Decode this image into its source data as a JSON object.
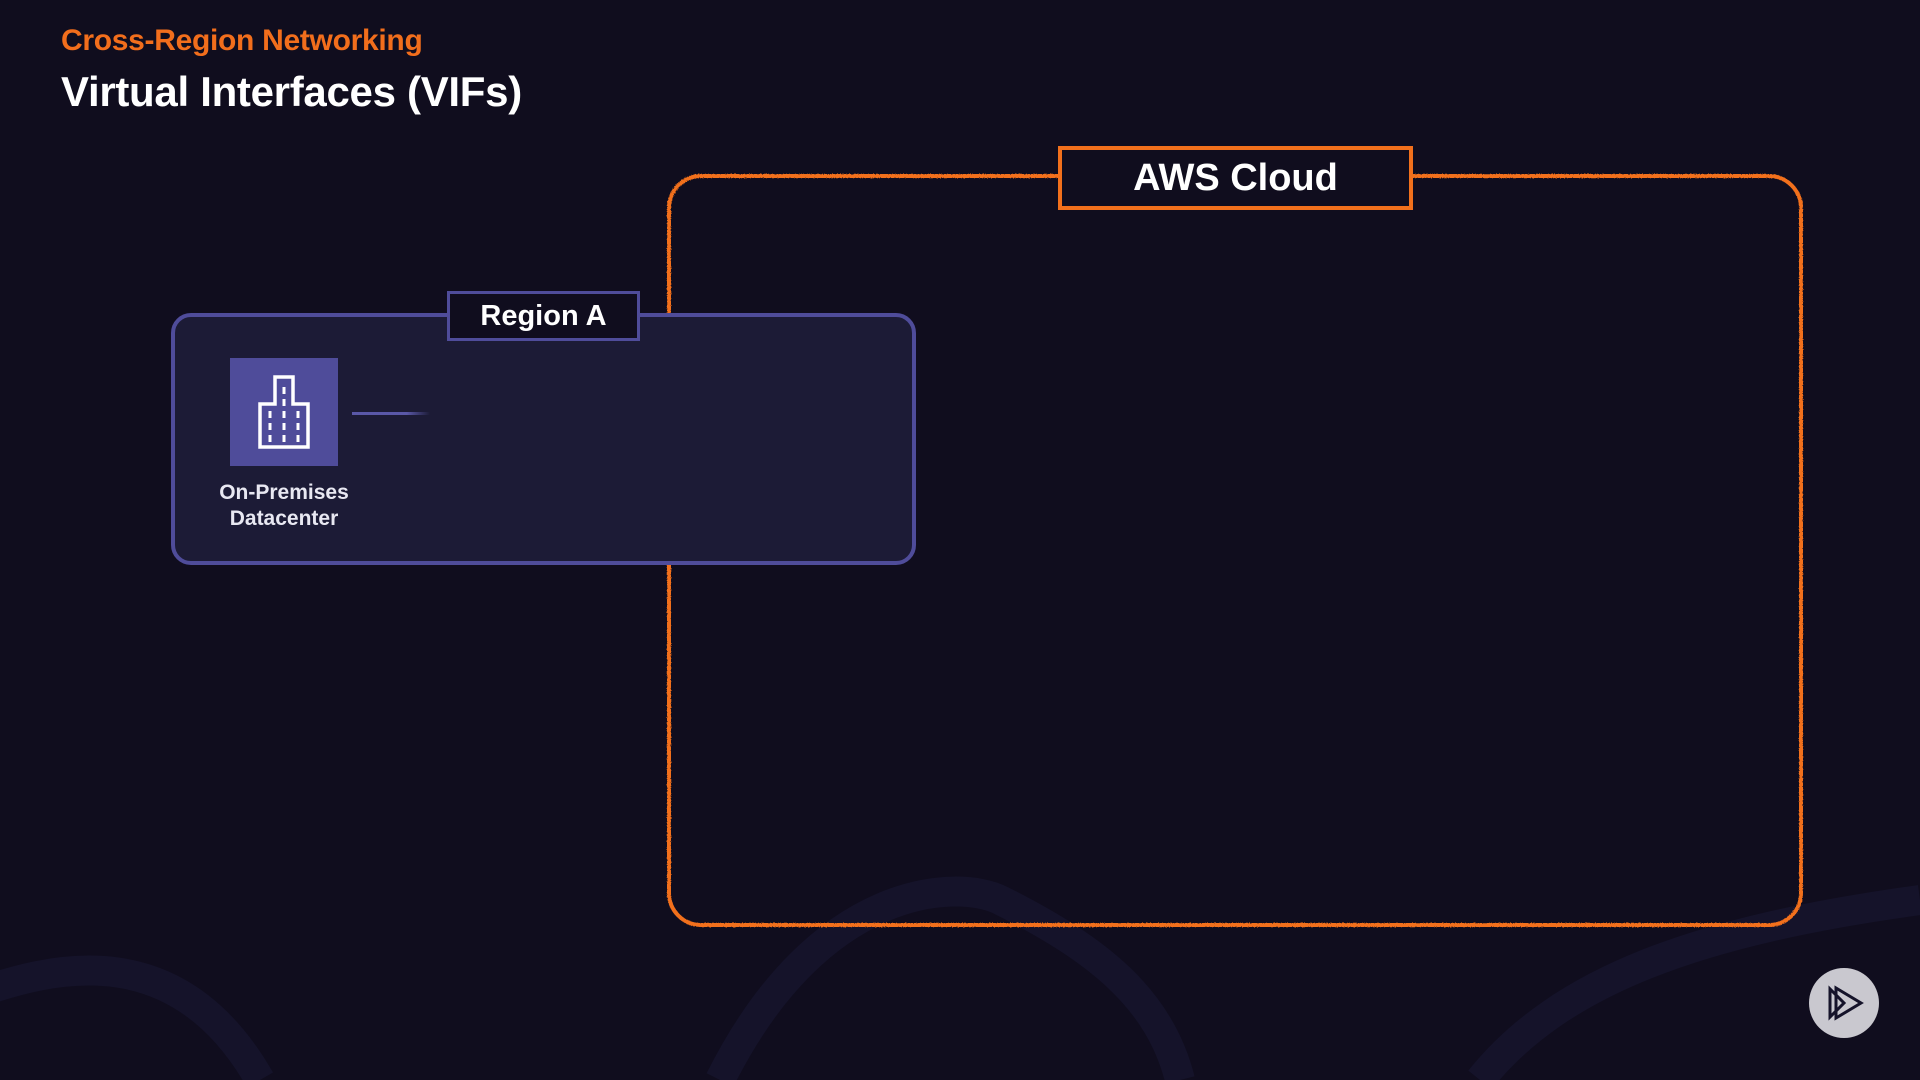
{
  "header": {
    "section": "Cross-Region Networking",
    "title": "Virtual Interfaces (VIFs)"
  },
  "diagram": {
    "cloud": {
      "label": "AWS Cloud",
      "color": "#f2701c"
    },
    "region": {
      "label": "Region A",
      "color": "#4f4c9a"
    },
    "nodes": [
      {
        "icon": "office-building-icon",
        "label_line1": "On-Premises",
        "label_line2": "Datacenter"
      }
    ]
  },
  "player": {
    "icon": "pluralsight-play-icon"
  },
  "colors": {
    "background": "#100d1e",
    "accent": "#f26e1c",
    "region": "#4f4c9a",
    "region_fill": "#1c1b36"
  }
}
